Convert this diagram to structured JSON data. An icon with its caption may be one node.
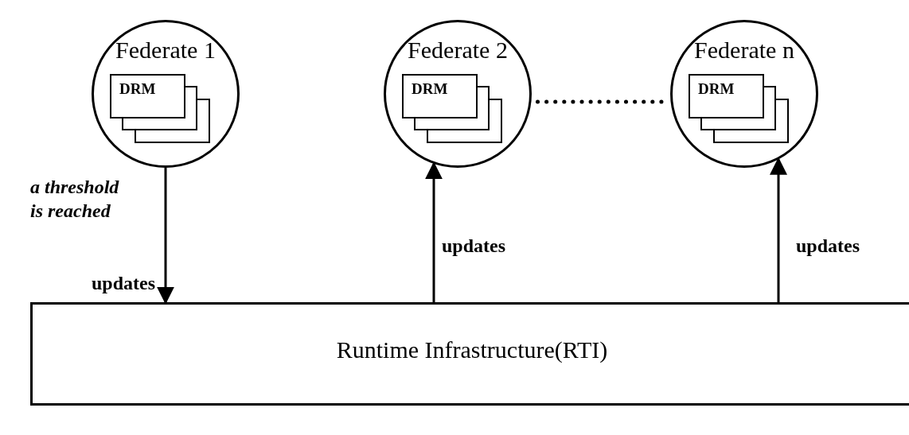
{
  "diagram": {
    "nodes": [
      {
        "text": [
          "Federate 1"
        ]
      },
      {
        "text": [
          "DRM"
        ],
        "in": 0
      },
      {
        "text": [
          "Federate 2"
        ]
      },
      {
        "text": [
          "DRM"
        ],
        "in": 2
      },
      {
        "text": [
          "Federate n"
        ]
      },
      {
        "text": [
          "DRM"
        ],
        "in": 4
      },
      {
        "text": [
          "Runtime Infrastructure(RTI)"
        ]
      }
    ],
    "edges": [
      {
        "from": 0,
        "to": 6,
        "arrow": "to",
        "label": "updates"
      },
      {
        "from": 6,
        "to": 2,
        "arrow": "to",
        "label": "updates"
      },
      {
        "from": 6,
        "to": 4,
        "arrow": "to",
        "label": "updates"
      },
      {
        "from": 2,
        "to": 4,
        "arrow": "none",
        "style": "dashed"
      }
    ],
    "labels": [
      "a threshold is reached"
    ]
  }
}
